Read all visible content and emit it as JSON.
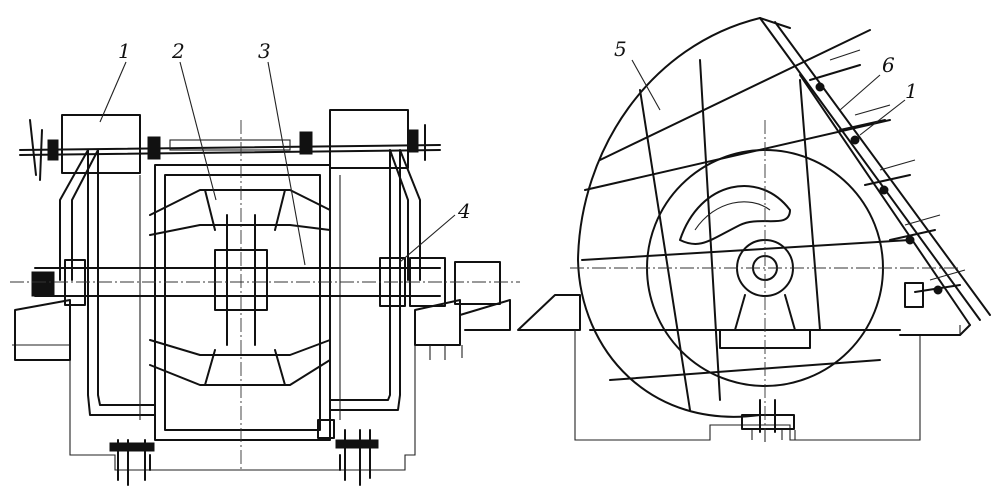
{
  "figure": {
    "left_view": {
      "callouts": [
        "1",
        "2",
        "3",
        "4"
      ]
    },
    "right_view": {
      "callouts": [
        "5",
        "6",
        "1"
      ]
    }
  }
}
